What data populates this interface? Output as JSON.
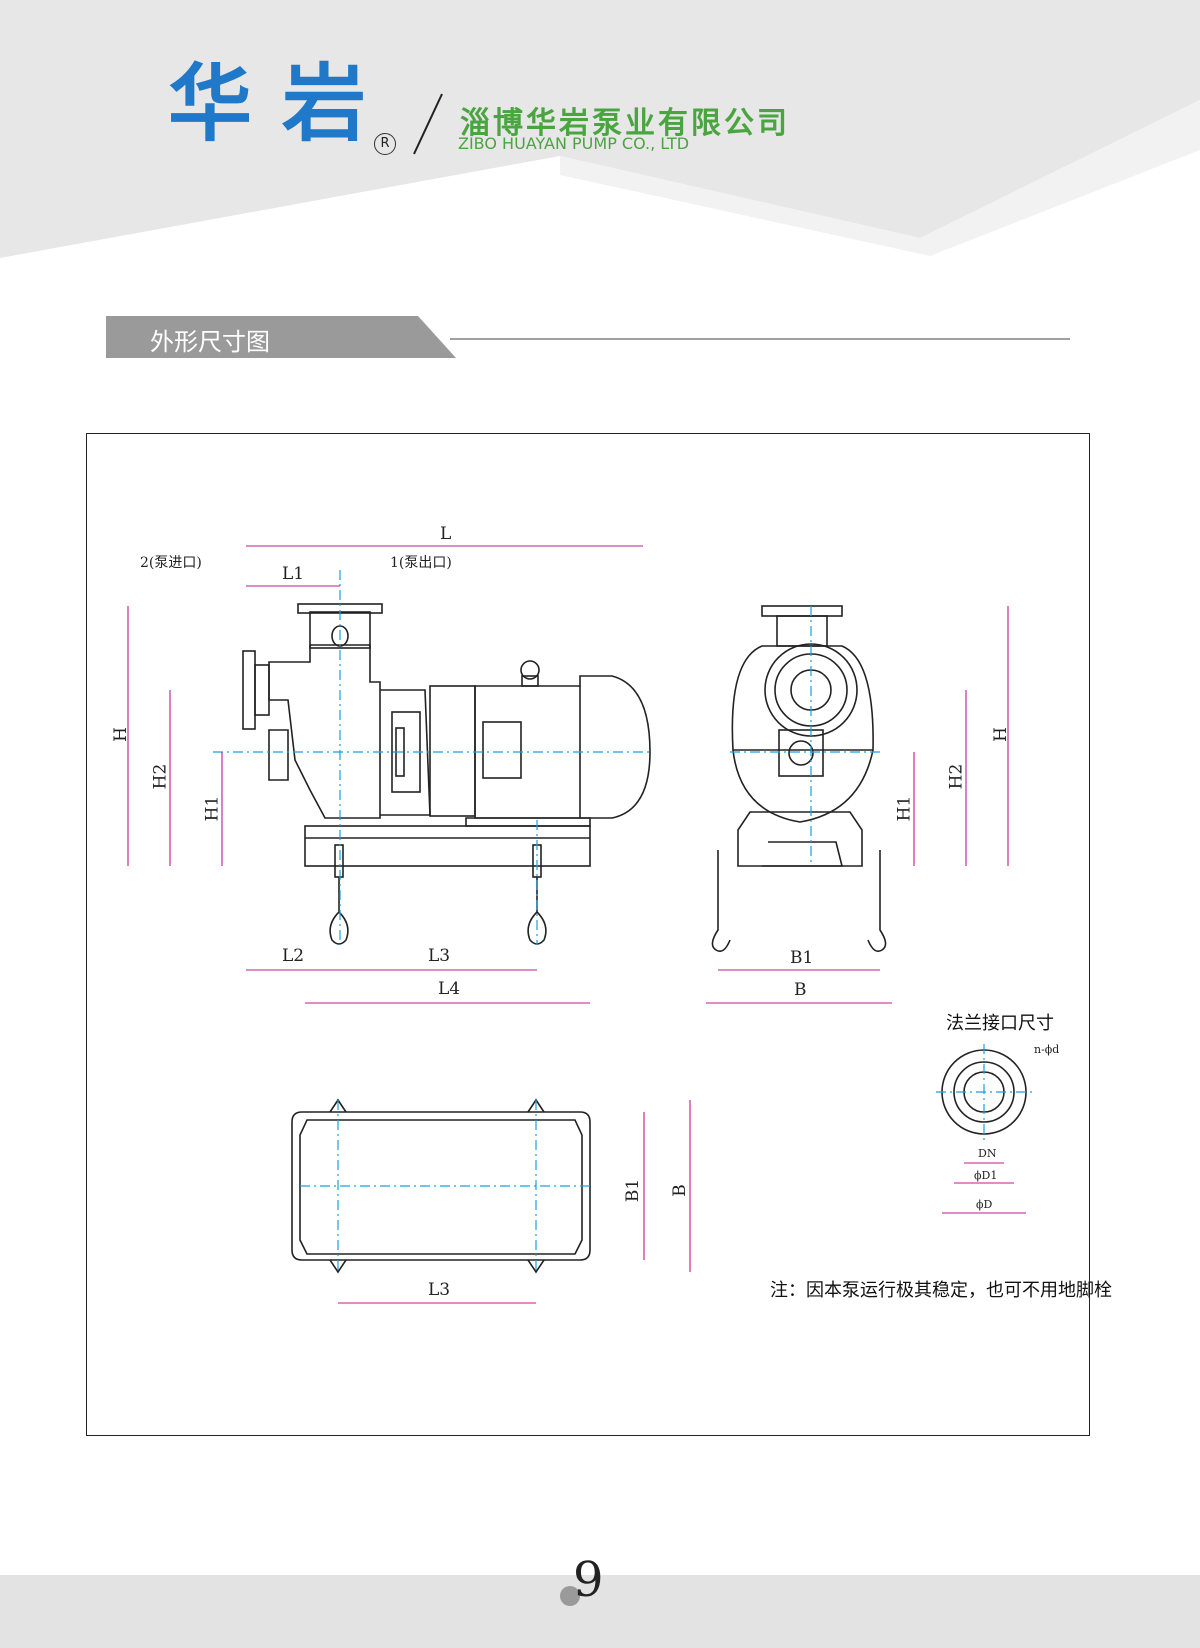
{
  "header": {
    "brand_cn": "华岩",
    "registered_mark": "R",
    "company_cn": "淄博华岩泵业有限公司",
    "company_en": "ZIBO HUAYAN PUMP CO., LTD"
  },
  "section": {
    "title": "外形尺寸图"
  },
  "drawing": {
    "side_view_labels": {
      "overall_length": "L",
      "inlet_offset": "L1",
      "inlet_port": "2(泵进口)",
      "outlet_port": "1(泵出口)",
      "height": "H",
      "flange_center_height": "H2",
      "shaft_center_height": "H1",
      "base_offset": "L2",
      "lug_spacing": "L3",
      "base_length": "L4"
    },
    "end_view_labels": {
      "height": "H",
      "flange_center_height": "H2",
      "shaft_center_height": "H1",
      "inner_width": "B1",
      "outer_width": "B"
    },
    "plan_view_labels": {
      "inner_width": "B1",
      "outer_width": "B",
      "lug_spacing": "L3"
    },
    "flange": {
      "title": "法兰接口尺寸",
      "bolt_holes": "n-ϕd",
      "nominal_diameter": "DN",
      "bolt_circle": "ϕD1",
      "outer_diameter": "ϕD"
    },
    "note": "注：因本泵运行极其稳定，也可不用地脚栓"
  },
  "footer": {
    "page_number": "9"
  },
  "colors": {
    "brand_blue": "#1f78c8",
    "brand_green": "#4aa540",
    "dimension_magenta": "#c0188c",
    "centerline_cyan": "#1aa0e0",
    "outline_black": "#222222"
  }
}
